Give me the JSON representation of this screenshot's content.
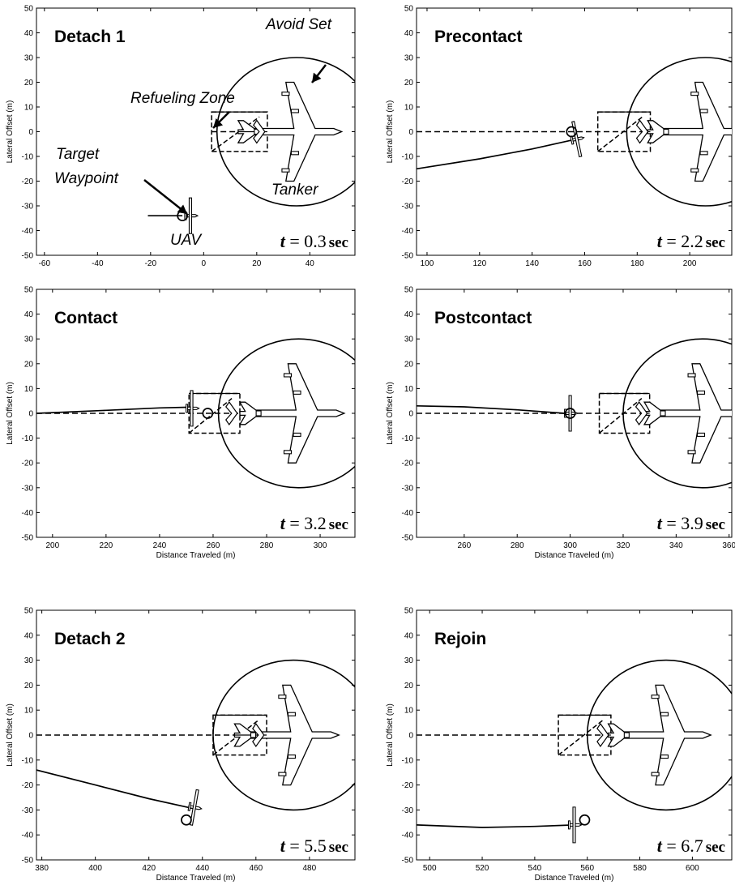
{
  "chart_data": [
    {
      "type": "line",
      "title": "Detach 1",
      "time_label": {
        "symbol": "t",
        "value": "= 0.3",
        "unit": "sec"
      },
      "xlabel": "",
      "ylabel": "Lateral Offset (m)",
      "xlim": [
        -63,
        57
      ],
      "ylim": [
        -50,
        50
      ],
      "xticks": [
        -60,
        -40,
        -20,
        0,
        20,
        40
      ],
      "yticks": [
        -50,
        -40,
        -30,
        -20,
        -10,
        0,
        10,
        20,
        30,
        40,
        50
      ],
      "tanker": {
        "x": 35,
        "y": 0
      },
      "avoid_set_radius": 30,
      "refueling_zone": {
        "x1": 3,
        "x2": 24,
        "y1": -8,
        "y2": 8
      },
      "uav": {
        "x": -5,
        "y": -34,
        "heading_deg": 0
      },
      "target_waypoint": {
        "x": -8,
        "y": -34
      },
      "dashed_reference": [
        {
          "x": 3,
          "y": 0
        },
        {
          "x": 24,
          "y": 0
        }
      ],
      "trajectory": [
        {
          "x": -21,
          "y": -34
        },
        {
          "x": -8,
          "y": -34
        }
      ],
      "annotations": [
        "Avoid Set",
        "Refueling Zone",
        "Target",
        "Waypoint",
        "Tanker",
        "UAV"
      ]
    },
    {
      "type": "line",
      "title": "Precontact",
      "time_label": {
        "symbol": "t",
        "value": "= 2.2",
        "unit": "sec"
      },
      "xlabel": "",
      "ylabel": "Lateral Offset (m)",
      "xlim": [
        96,
        216
      ],
      "ylim": [
        -50,
        50
      ],
      "xticks": [
        100,
        120,
        140,
        160,
        180,
        200
      ],
      "yticks": [
        -50,
        -40,
        -30,
        -20,
        -10,
        0,
        10,
        20,
        30,
        40,
        50
      ],
      "tanker": {
        "x": 206,
        "y": 0
      },
      "avoid_set_radius": 30,
      "refueling_zone": {
        "x1": 165,
        "x2": 185,
        "y1": -8,
        "y2": 8
      },
      "uav": {
        "x": 157,
        "y": -3,
        "heading_deg": 12
      },
      "target_waypoint": {
        "x": 155,
        "y": 0
      },
      "dashed_reference": [
        {
          "x": 96,
          "y": 0
        },
        {
          "x": 185,
          "y": 0
        }
      ],
      "trajectory": [
        {
          "x": 96,
          "y": -15
        },
        {
          "x": 120,
          "y": -11
        },
        {
          "x": 140,
          "y": -7
        },
        {
          "x": 157,
          "y": -3
        }
      ]
    },
    {
      "type": "line",
      "title": "Contact",
      "time_label": {
        "symbol": "t",
        "value": "= 3.2",
        "unit": "sec"
      },
      "xlabel": "Distance Traveled (m)",
      "ylabel": "Lateral Offset (m)",
      "xlim": [
        194,
        313
      ],
      "ylim": [
        -50,
        50
      ],
      "xticks": [
        200,
        220,
        240,
        260,
        280,
        300
      ],
      "yticks": [
        -50,
        -40,
        -30,
        -20,
        -10,
        0,
        10,
        20,
        30,
        40,
        50
      ],
      "tanker": {
        "x": 292,
        "y": 0
      },
      "avoid_set_radius": 30,
      "refueling_zone": {
        "x1": 251,
        "x2": 270,
        "y1": -8,
        "y2": 8
      },
      "uav": {
        "x": 252,
        "y": 2,
        "heading_deg": 0
      },
      "target_waypoint": {
        "x": 258,
        "y": 0
      },
      "dashed_reference": [
        {
          "x": 194,
          "y": 0
        },
        {
          "x": 270,
          "y": 0
        }
      ],
      "trajectory": [
        {
          "x": 194,
          "y": 0
        },
        {
          "x": 220,
          "y": 1.2
        },
        {
          "x": 240,
          "y": 2.2
        },
        {
          "x": 252,
          "y": 2.5
        }
      ]
    },
    {
      "type": "line",
      "title": "Postcontact",
      "time_label": {
        "symbol": "t",
        "value": "= 3.9",
        "unit": "sec"
      },
      "xlabel": "Distance Traveled (m)",
      "ylabel": "Lateral Offset (m)",
      "xlim": [
        242,
        361
      ],
      "ylim": [
        -50,
        50
      ],
      "xticks": [
        260,
        280,
        300,
        320,
        340,
        360
      ],
      "yticks": [
        -50,
        -40,
        -30,
        -20,
        -10,
        0,
        10,
        20,
        30,
        40,
        50
      ],
      "tanker": {
        "x": 350,
        "y": 0
      },
      "avoid_set_radius": 30,
      "refueling_zone": {
        "x1": 311,
        "x2": 330,
        "y1": -8,
        "y2": 8
      },
      "uav": {
        "x": 300,
        "y": 0,
        "heading_deg": 0
      },
      "target_waypoint": {
        "x": 300,
        "y": 0
      },
      "dashed_reference": [
        {
          "x": 242,
          "y": 0
        },
        {
          "x": 330,
          "y": 0
        }
      ],
      "trajectory": [
        {
          "x": 242,
          "y": 3
        },
        {
          "x": 260,
          "y": 2.6
        },
        {
          "x": 280,
          "y": 1.4
        },
        {
          "x": 298,
          "y": 0
        }
      ]
    },
    {
      "type": "line",
      "title": "Detach 2",
      "time_label": {
        "symbol": "t",
        "value": "= 5.5",
        "unit": "sec"
      },
      "xlabel": "Distance Traveled (m)",
      "ylabel": "Lateral Offset (m)",
      "xlim": [
        378,
        497
      ],
      "ylim": [
        -50,
        50
      ],
      "xticks": [
        380,
        400,
        420,
        440,
        460,
        480
      ],
      "yticks": [
        -50,
        -40,
        -30,
        -20,
        -10,
        0,
        10,
        20,
        30,
        40,
        50
      ],
      "tanker": {
        "x": 474,
        "y": 0
      },
      "avoid_set_radius": 30,
      "refueling_zone": {
        "x1": 444,
        "x2": 464,
        "y1": -8,
        "y2": 8
      },
      "uav": {
        "x": 437,
        "y": -29,
        "heading_deg": -10
      },
      "target_waypoint": {
        "x": 434,
        "y": -34
      },
      "dashed_reference": [
        {
          "x": 378,
          "y": 0
        },
        {
          "x": 464,
          "y": 0
        }
      ],
      "trajectory": [
        {
          "x": 378,
          "y": -14
        },
        {
          "x": 400,
          "y": -20
        },
        {
          "x": 420,
          "y": -25.5
        },
        {
          "x": 437,
          "y": -29.5
        }
      ]
    },
    {
      "type": "line",
      "title": "Rejoin",
      "time_label": {
        "symbol": "t",
        "value": "= 6.7",
        "unit": "sec"
      },
      "xlabel": "Distance Traveled (m)",
      "ylabel": "Lateral Offset (m)",
      "xlim": [
        495,
        615
      ],
      "ylim": [
        -50,
        50
      ],
      "xticks": [
        500,
        520,
        540,
        560,
        580,
        600
      ],
      "yticks": [
        -50,
        -40,
        -30,
        -20,
        -10,
        0,
        10,
        20,
        30,
        40,
        50
      ],
      "tanker": {
        "x": 590,
        "y": 0
      },
      "avoid_set_radius": 30,
      "refueling_zone": {
        "x1": 549,
        "x2": 569,
        "y1": -8,
        "y2": 8
      },
      "uav": {
        "x": 555,
        "y": -36,
        "heading_deg": 0
      },
      "target_waypoint": {
        "x": 559,
        "y": -34
      },
      "dashed_reference": [
        {
          "x": 495,
          "y": 0
        },
        {
          "x": 569,
          "y": 0
        }
      ],
      "trajectory": [
        {
          "x": 495,
          "y": -36
        },
        {
          "x": 520,
          "y": -37
        },
        {
          "x": 540,
          "y": -36.6
        },
        {
          "x": 555,
          "y": -36
        }
      ]
    }
  ]
}
